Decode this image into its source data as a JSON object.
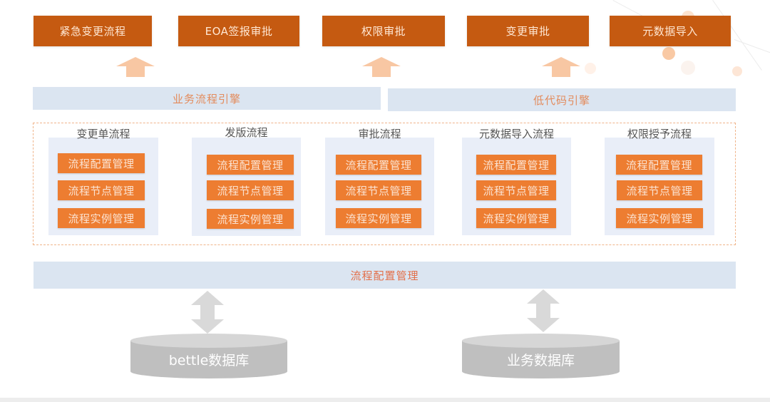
{
  "colors": {
    "app_box": "#c55a11",
    "app_box_text": "#ffe7d3",
    "arrow_up": "#f8c7a3",
    "engine_bar": "#dbe5f1",
    "engine_text": "#e38b5c",
    "flow_panel": "#e9eef8",
    "flow_button": "#ed7d31",
    "dashed_border": "#f0b48a",
    "database": "#bfbfbf",
    "double_arrow": "#d9d9d9"
  },
  "apps": [
    {
      "label": "紧急变更流程"
    },
    {
      "label": "EOA签报审批"
    },
    {
      "label": "权限审批"
    },
    {
      "label": "变更审批"
    },
    {
      "label": "元数据导入"
    }
  ],
  "engines": [
    {
      "label": "业务流程引擎"
    },
    {
      "label": "低代码引擎"
    }
  ],
  "flows": [
    {
      "title": "变更单流程",
      "items": [
        "流程配置管理",
        "流程节点管理",
        "流程实例管理"
      ]
    },
    {
      "title": "发版流程",
      "items": [
        "流程配置管理",
        "流程节点管理",
        "流程实例管理"
      ]
    },
    {
      "title": "审批流程",
      "items": [
        "流程配置管理",
        "流程节点管理",
        "流程实例管理"
      ]
    },
    {
      "title": "元数据导入流程",
      "items": [
        "流程配置管理",
        "流程节点管理",
        "流程实例管理"
      ]
    },
    {
      "title": "权限授予流程",
      "items": [
        "流程配置管理",
        "流程节点管理",
        "流程实例管理"
      ]
    }
  ],
  "config_bar": {
    "label": "流程配置管理"
  },
  "databases": [
    {
      "label": "bettle数据库"
    },
    {
      "label": "业务数据库"
    }
  ]
}
